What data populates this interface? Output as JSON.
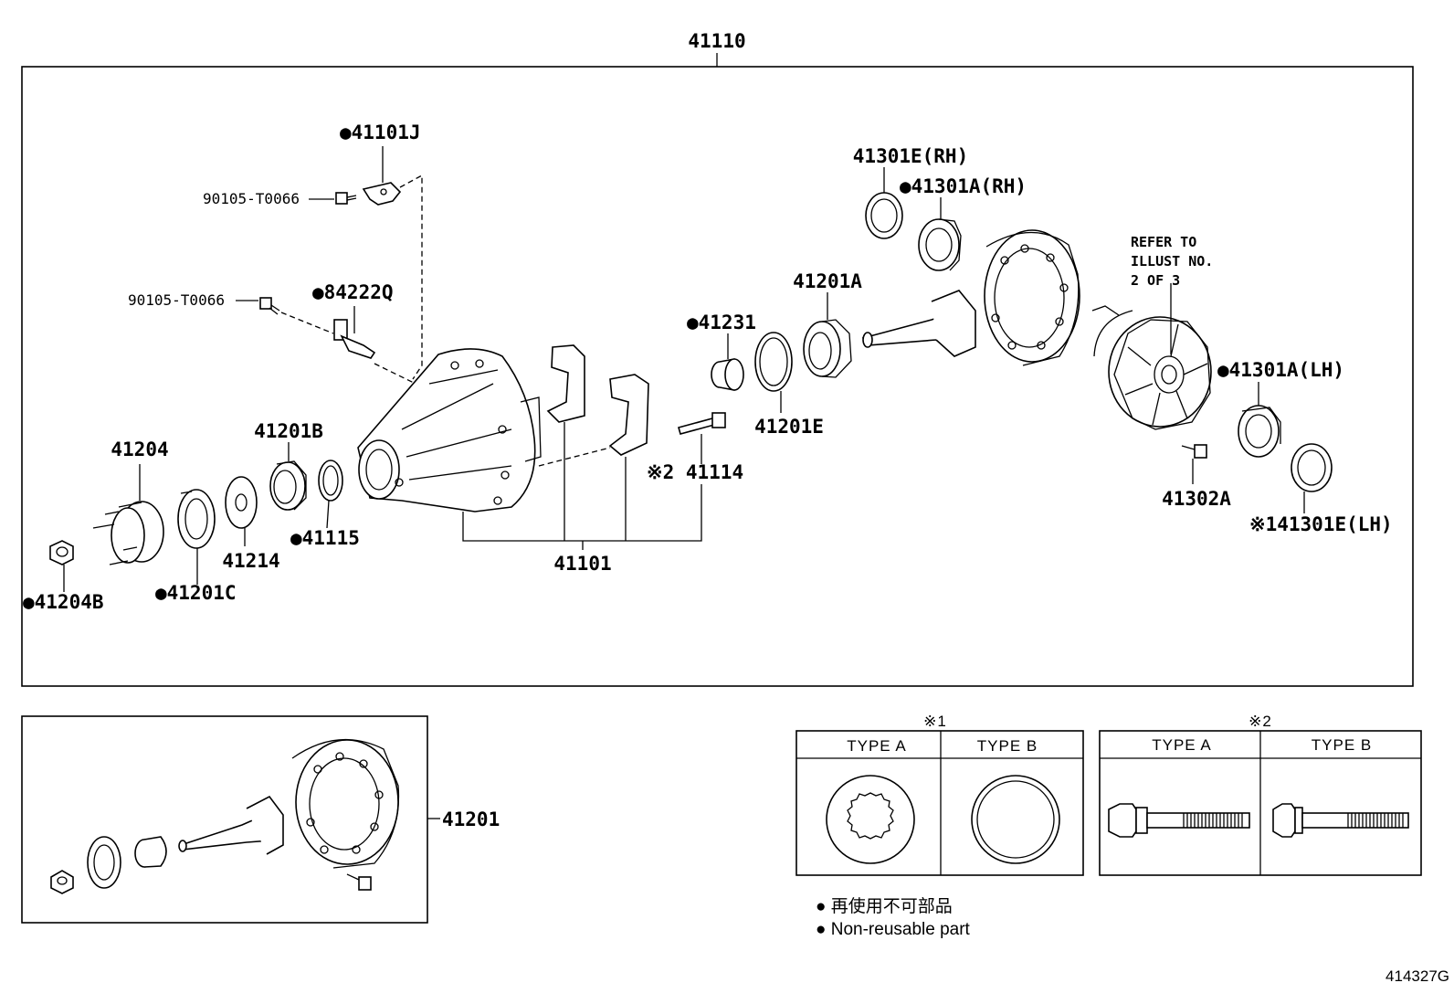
{
  "assembly": {
    "top_label": "41110",
    "sub_assembly_label": "41201"
  },
  "parts": {
    "p41101J": "●41101J",
    "p90105a": "90105-T0066",
    "p90105b": "90105-T0066",
    "p84222Q": "●84222Q",
    "p41204": "41204",
    "p41204B": "●41204B",
    "p41201C": "●41201C",
    "p41214": "41214",
    "p41201B": "41201B",
    "p41115": "●41115",
    "p41101": "41101",
    "p41114": "※2 41114",
    "p41231": "●41231",
    "p41201E": "41201E",
    "p41201A": "41201A",
    "p41301E_RH": "41301E(RH)",
    "p41301A_RH": "●41301A(RH)",
    "p41301A_LH": "●41301A(LH)",
    "p41302A": "41302A",
    "p41301E_LH": "※141301E(LH)"
  },
  "refer_note": [
    "REFER TO",
    "ILLUST NO.",
    "2 OF 3"
  ],
  "type_tables": [
    {
      "mark": "※1",
      "type_a": "TYPE  A",
      "type_b": "TYPE  B"
    },
    {
      "mark": "※2",
      "type_a": "TYPE A",
      "type_b": "TYPE B"
    }
  ],
  "legend": {
    "line_jp": "● 再使用不可部品",
    "line_en": "● Non-reusable part"
  },
  "illustration_code": "414327G"
}
